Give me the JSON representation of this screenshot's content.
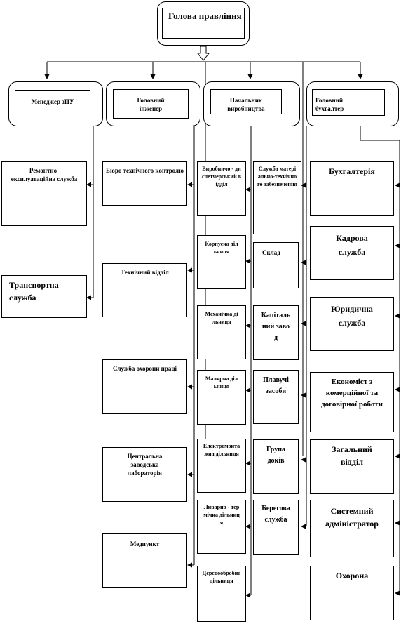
{
  "head": {
    "title": "Голова правління"
  },
  "top_managers": {
    "manager_zpu": "Менеджер зПУ",
    "chief_engineer": "Головний інженер",
    "production_chief": "Начальник виробництва",
    "chief_accountant": "Головний бухгалтер"
  },
  "zpu_units": {
    "repair": "Ремонтно-експлуатаційна служба",
    "transport": "Транспортна служба"
  },
  "engineer_units": {
    "qc": "Бюро технічного контролю",
    "tech": "Технічний відділ",
    "labor": "Служба охорони праці",
    "lab": "Центральна заводська лабораторія",
    "medical": "Медпункт"
  },
  "production_areas": {
    "dispatch": "Виробничо - диспетчерський відділ",
    "hull": "Корпусна дільниця",
    "mech": "Механічна дільниця",
    "paint": "Малярна дільниця",
    "electro": "Електромонтажна дільниця",
    "foundry": "Ливарно - термічна дільниця",
    "wood": "Деревообробна дільниця"
  },
  "production_services": {
    "supply": "Служба матеріально-технічного забезпечення",
    "warehouse": "Склад",
    "construction": "Капітальний завод",
    "floating": "Плавучі засоби",
    "docks": "Група доків",
    "coast": "Берегова служба"
  },
  "accounting_units": {
    "bookkeeping": "Бухгалтерія",
    "hr": "Кадрова служба",
    "legal": "Юридична служба",
    "economist": "Економіст з комерційної та договірної роботи",
    "general": "Загальний відділ",
    "sysadmin": "Системний адміністратор",
    "security": "Охорона"
  }
}
